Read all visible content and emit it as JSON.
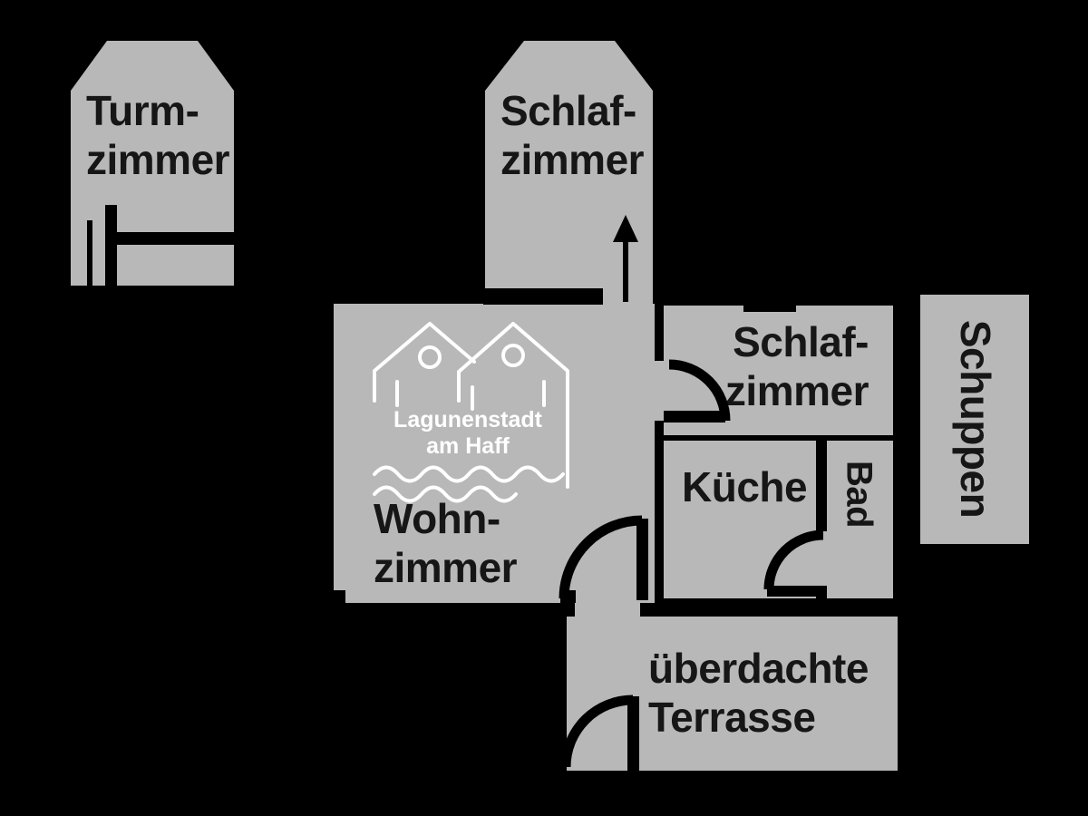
{
  "palette": {
    "background": "#000000",
    "room_fill": "#b8b8b8",
    "ink": "#161616",
    "logo": "#ffffff"
  },
  "rooms": {
    "turmzimmer": {
      "line1": "Turm-",
      "line2": "zimmer"
    },
    "schlafzimmer_tower": {
      "line1": "Schlaf-",
      "line2": "zimmer"
    },
    "wohnzimmer": {
      "line1": "Wohn-",
      "line2": "zimmer"
    },
    "schlafzimmer": {
      "line1": "Schlaf-",
      "line2": "zimmer"
    },
    "kueche": {
      "label": "Küche"
    },
    "bad": {
      "label": "Bad"
    },
    "schuppen": {
      "label": "Schuppen"
    },
    "terrasse": {
      "line1": "überdachte",
      "line2": "Terrasse"
    }
  },
  "logo": {
    "line1": "Lagunenstadt",
    "line2": "am Haff"
  },
  "icons": {
    "bed": "bed-icon",
    "arrow_up": "up-arrow-icon",
    "doors": "door-swing-arc"
  }
}
